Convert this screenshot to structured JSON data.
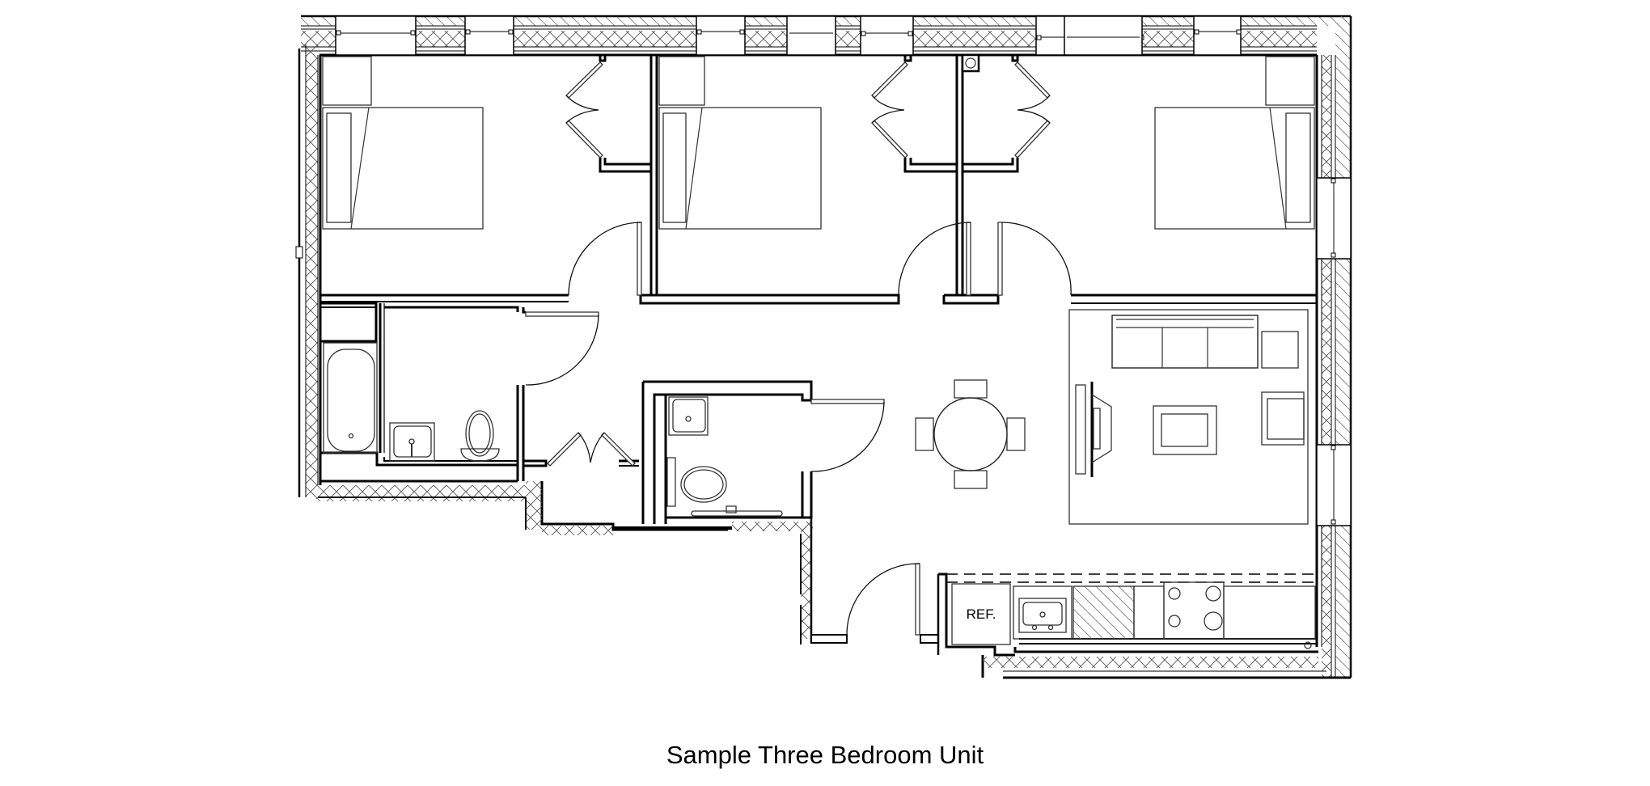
{
  "title": "Sample Three Bedroom Unit",
  "plan": {
    "rooms": [
      {
        "id": "bedroom-1",
        "name": "Bedroom 1"
      },
      {
        "id": "bedroom-2",
        "name": "Bedroom 2"
      },
      {
        "id": "bedroom-3",
        "name": "Bedroom 3"
      },
      {
        "id": "bathroom-main",
        "name": "Bathroom"
      },
      {
        "id": "half-bath",
        "name": "Half Bath"
      },
      {
        "id": "hall-closet",
        "name": "Hall Closet"
      },
      {
        "id": "dining",
        "name": "Dining"
      },
      {
        "id": "living",
        "name": "Living Room"
      },
      {
        "id": "kitchen",
        "name": "Kitchen"
      }
    ],
    "labels": {
      "refrigerator": "REF."
    }
  },
  "colors": {
    "line": "#000000",
    "background": "#ffffff"
  }
}
